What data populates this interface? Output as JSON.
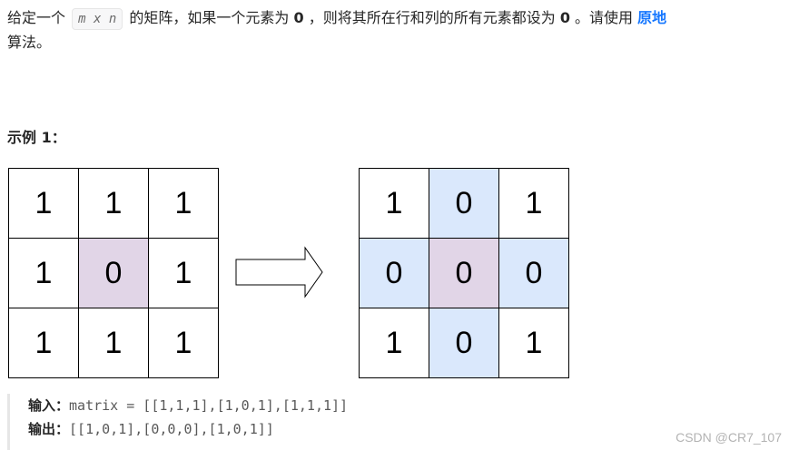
{
  "description": {
    "t1": "给定一个",
    "code": "m x n",
    "t2": "的矩阵，如果一个元素为",
    "zero1": "0",
    "t3": "，则将其所在行和列的所有元素都设为",
    "zero2": "0",
    "t4": "。请使用",
    "link": "原地",
    "t5": "算法。"
  },
  "example": {
    "title": "示例 1：",
    "before": [
      [
        "1",
        "1",
        "1"
      ],
      [
        "1",
        "0",
        "1"
      ],
      [
        "1",
        "1",
        "1"
      ]
    ],
    "after": [
      [
        "1",
        "0",
        "1"
      ],
      [
        "0",
        "0",
        "0"
      ],
      [
        "1",
        "0",
        "1"
      ]
    ],
    "before_colors": [
      [
        "",
        "",
        ""
      ],
      [
        "",
        "purple",
        ""
      ],
      [
        "",
        "",
        ""
      ]
    ],
    "after_colors": [
      [
        "",
        "blue",
        ""
      ],
      [
        "blue",
        "purple",
        "blue"
      ],
      [
        "",
        "blue",
        ""
      ]
    ],
    "input_label": "输入：",
    "input_value": "matrix = [[1,1,1],[1,0,1],[1,1,1]]",
    "output_label": "输出：",
    "output_value": "[[1,0,1],[0,0,0],[1,0,1]]"
  },
  "colors": {
    "highlight": "#e1d5e7",
    "affected": "#dae8fc",
    "link": "#1677ff"
  },
  "watermark": "CSDN @CR7_107"
}
